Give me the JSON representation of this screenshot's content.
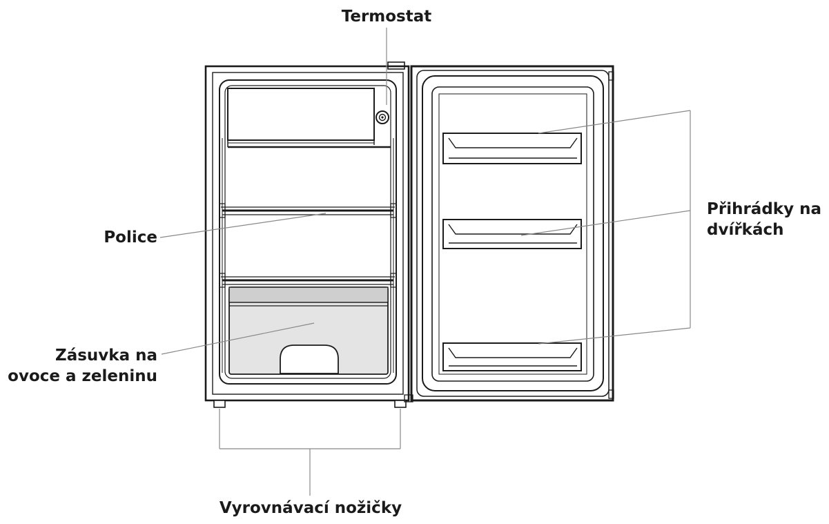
{
  "labels": {
    "thermostat": "Termostat",
    "shelf": "Police",
    "crisper_line1": "Zásuvka na",
    "crisper_line2": "ovoce a zeleninu",
    "door_bins_line1": "Přihrádky na",
    "door_bins_line2": "dvířkách",
    "leveling_feet": "Vyrovnávací nožičky"
  },
  "colors": {
    "ink": "#1a1a1a",
    "leader": "#888888",
    "drawer_fill": "#e4e4e4",
    "drawer_band": "#cfcfcf"
  }
}
